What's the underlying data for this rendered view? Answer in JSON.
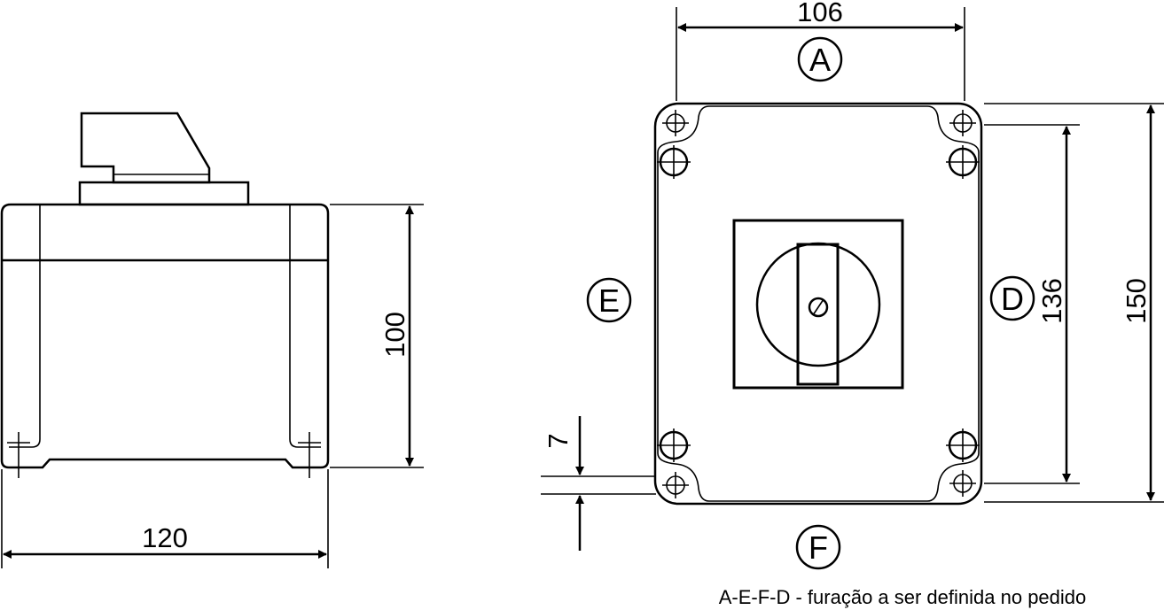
{
  "side_view": {
    "height_label": "100",
    "width_label": "120"
  },
  "front_view": {
    "top_width_label": "106",
    "hole_spacing_label": "136",
    "total_height_label": "150",
    "offset_label": "7",
    "marker_top": "A",
    "marker_left": "E",
    "marker_right": "D",
    "marker_bottom": "F"
  },
  "footnote": "A-E-F-D - furação a ser definida no pedido"
}
